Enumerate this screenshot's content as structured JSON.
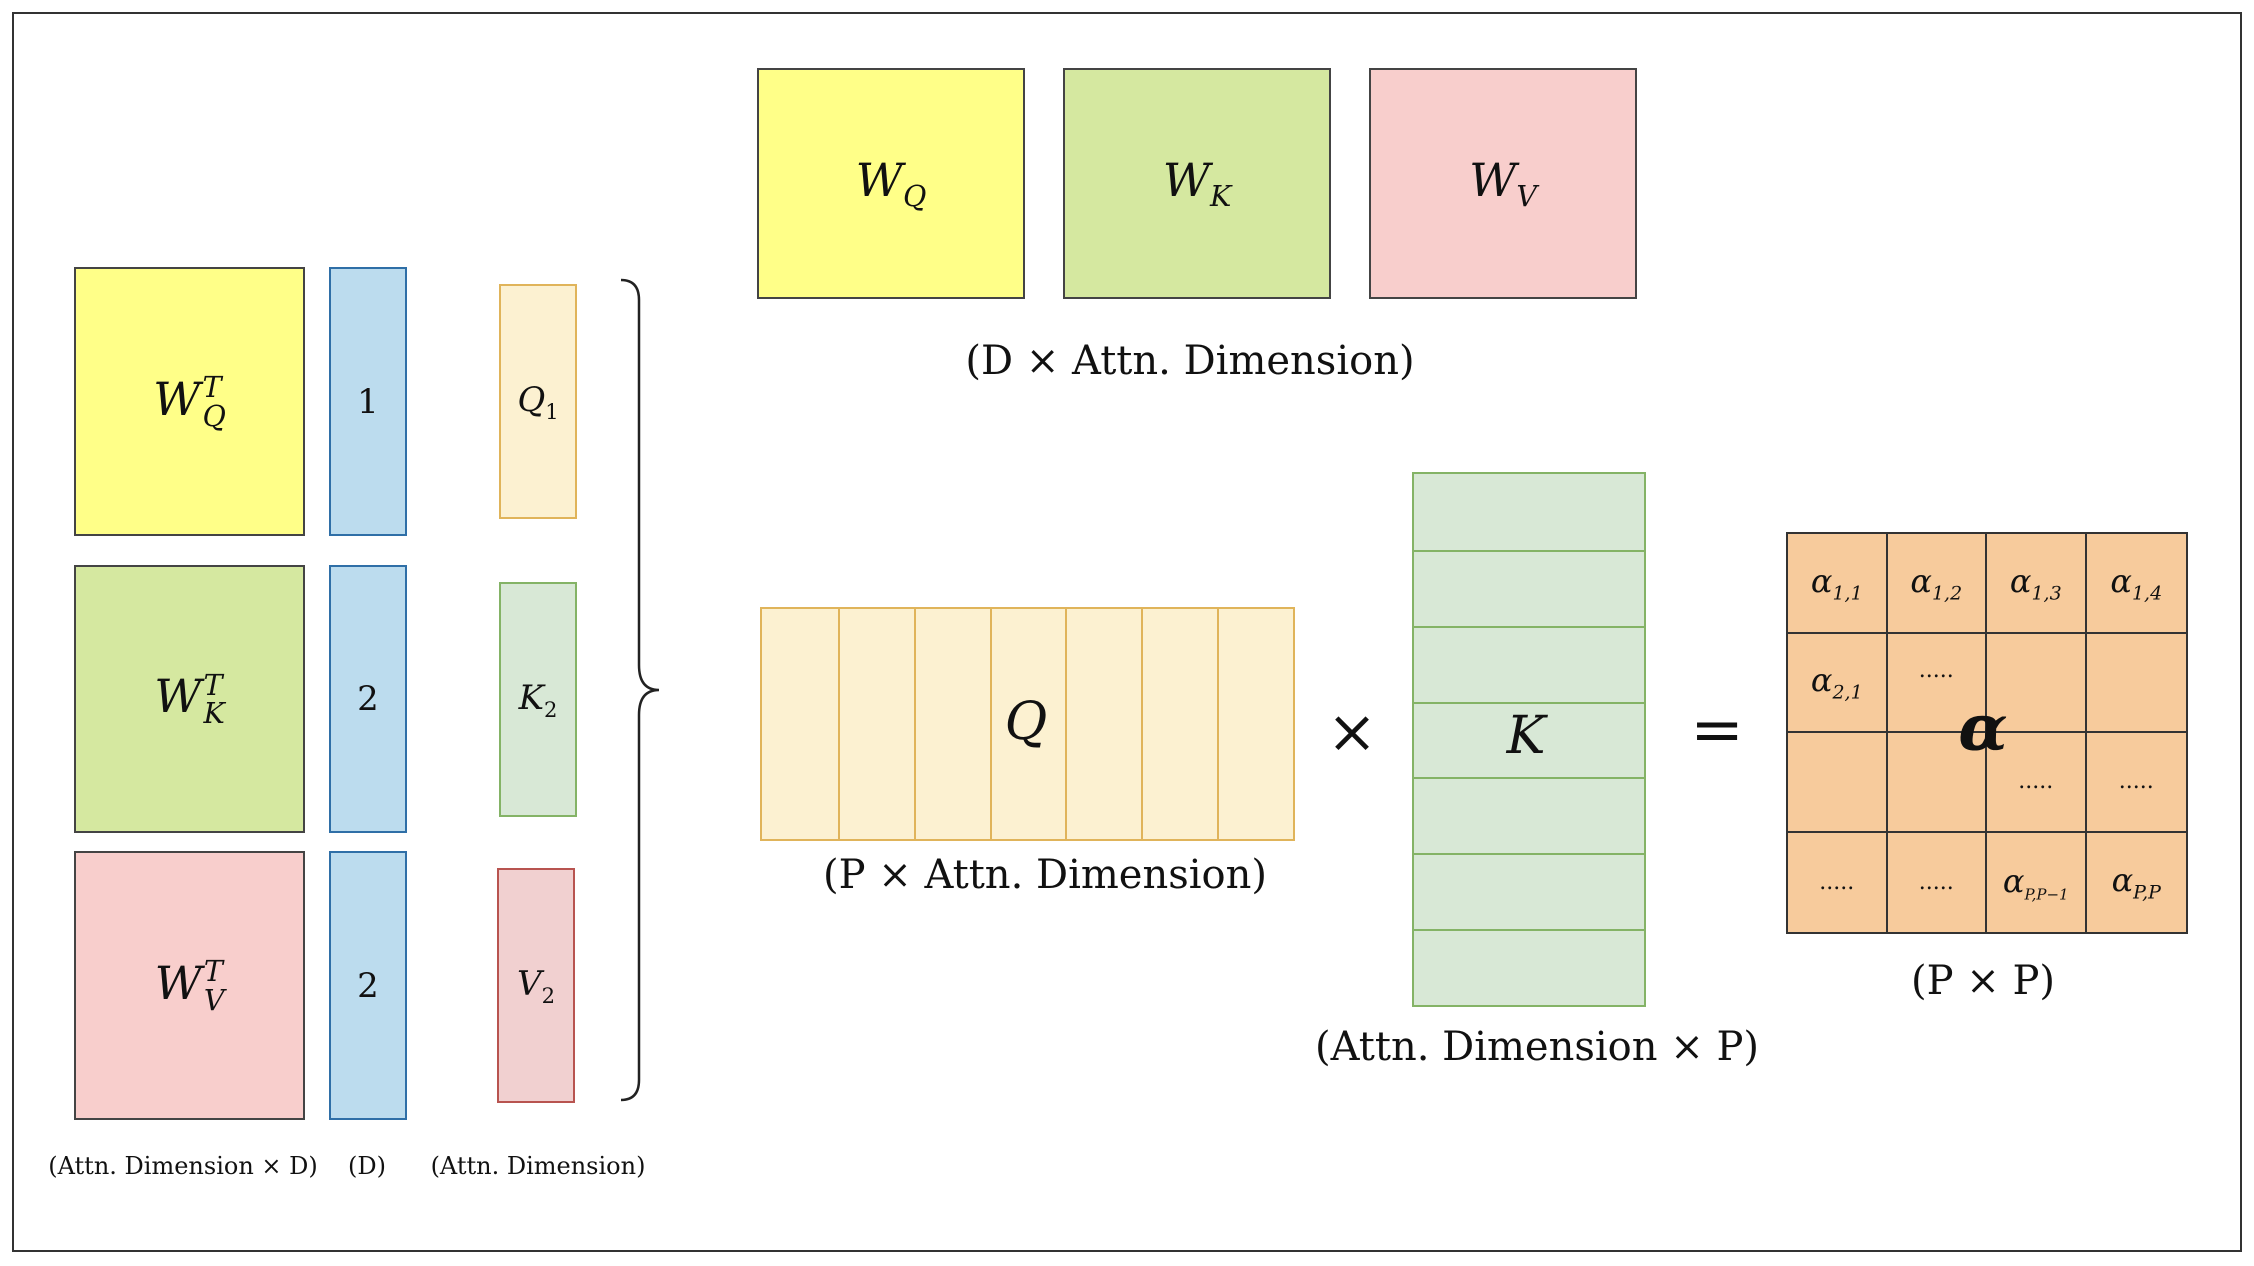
{
  "colors": {
    "yellow": "#ffff88",
    "green": "#d5e8a0",
    "pink": "#f8cecc",
    "blue": "#bcdcee",
    "blue_border": "#2f6fa7",
    "q_fill": "#fcf1d1",
    "q_border": "#e0b45a",
    "k_fill": "#d8e8d6",
    "k_border": "#84b366",
    "v_fill": "#f1d0d0",
    "v_border": "#b85450",
    "alpha_fill": "#f7cb9c",
    "alpha_border": "#333333"
  },
  "left": {
    "weights": [
      {
        "base": "W",
        "sup": "T",
        "sub": "Q"
      },
      {
        "base": "W",
        "sup": "T",
        "sub": "K"
      },
      {
        "base": "W",
        "sup": "T",
        "sub": "V"
      }
    ],
    "inputs": [
      "1",
      "2",
      "2"
    ],
    "outputs": [
      {
        "base": "Q",
        "sub": "1"
      },
      {
        "base": "K",
        "sub": "2"
      },
      {
        "base": "V",
        "sub": "2"
      }
    ],
    "caption_weights": "(Attn. Dimension × D)",
    "caption_input": "(D)",
    "caption_output": "(Attn. Dimension)"
  },
  "top": {
    "matrices": [
      {
        "base": "W",
        "sub": "Q"
      },
      {
        "base": "W",
        "sub": "K"
      },
      {
        "base": "W",
        "sub": "V"
      }
    ],
    "caption": "(D × Attn. Dimension)"
  },
  "equation": {
    "q_label": "Q",
    "q_caption": "(P × Attn. Dimension)",
    "times": "×",
    "k_label": "K",
    "k_caption": "(Attn. Dimension × P)",
    "equals": "=",
    "alpha_label": "α",
    "alpha_caption": "(P × P)",
    "alpha_cells": [
      [
        "α1,1",
        "α1,2",
        "α1,3",
        "α1,4"
      ],
      [
        "α2,1",
        ".....",
        "",
        ""
      ],
      [
        "",
        "",
        ".....",
        "....."
      ],
      [
        ".....",
        ".....",
        "αP,P−1",
        "αP,P"
      ]
    ]
  }
}
